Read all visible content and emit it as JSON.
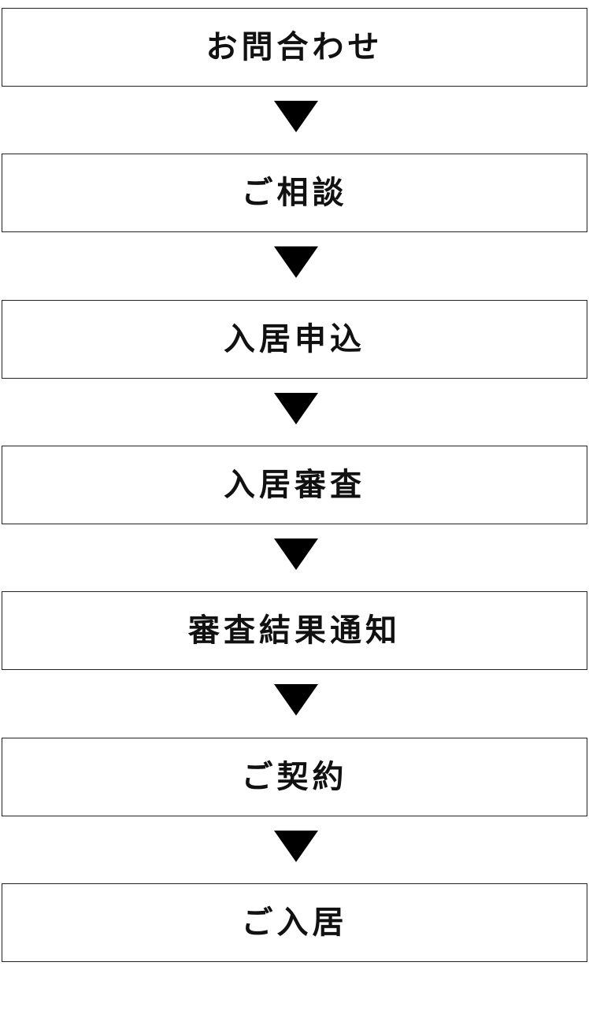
{
  "steps": [
    {
      "label": "お問合わせ"
    },
    {
      "label": "ご相談"
    },
    {
      "label": "入居申込"
    },
    {
      "label": "入居審査"
    },
    {
      "label": "審査結果通知"
    },
    {
      "label": "ご契約"
    },
    {
      "label": "ご入居"
    }
  ],
  "arrow_icon": "down-triangle-icon",
  "colors": {
    "border": "#222222",
    "text": "#111111",
    "arrow": "#000000",
    "background": "#ffffff"
  }
}
